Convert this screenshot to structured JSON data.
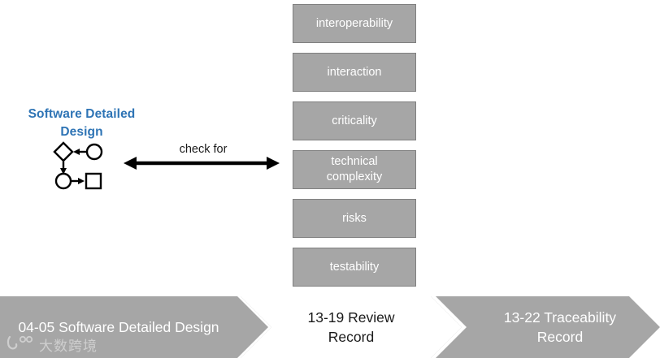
{
  "source": {
    "label": "Software Detailed\nDesign",
    "icon_name": "flowchart-icon",
    "color": "#2E74B5"
  },
  "connector": {
    "label": "check for",
    "arrow_name": "double-headed-arrow"
  },
  "criteria": {
    "box_fill": "#A6A6A6",
    "box_border": "#808080",
    "box_text_color": "#FFFFFF",
    "items": [
      {
        "label": "interoperability"
      },
      {
        "label": "interaction"
      },
      {
        "label": "criticality"
      },
      {
        "label": "technical\ncomplexity"
      },
      {
        "label": "risks"
      },
      {
        "label": "testability"
      }
    ]
  },
  "banner": {
    "steps": [
      {
        "label": "04-05 Software Detailed Design",
        "fill": "#A6A6A6",
        "text_color": "#FFFFFF"
      },
      {
        "label": "13-19 Review\nRecord",
        "fill": "#FFFFFF",
        "text_color": "#1A1A1A"
      },
      {
        "label": "13-22 Traceability\nRecord",
        "fill": "#A6A6A6",
        "text_color": "#FFFFFF"
      }
    ]
  },
  "watermark": {
    "text": "大数跨境",
    "logo_name": "watermark-logo-icon"
  }
}
